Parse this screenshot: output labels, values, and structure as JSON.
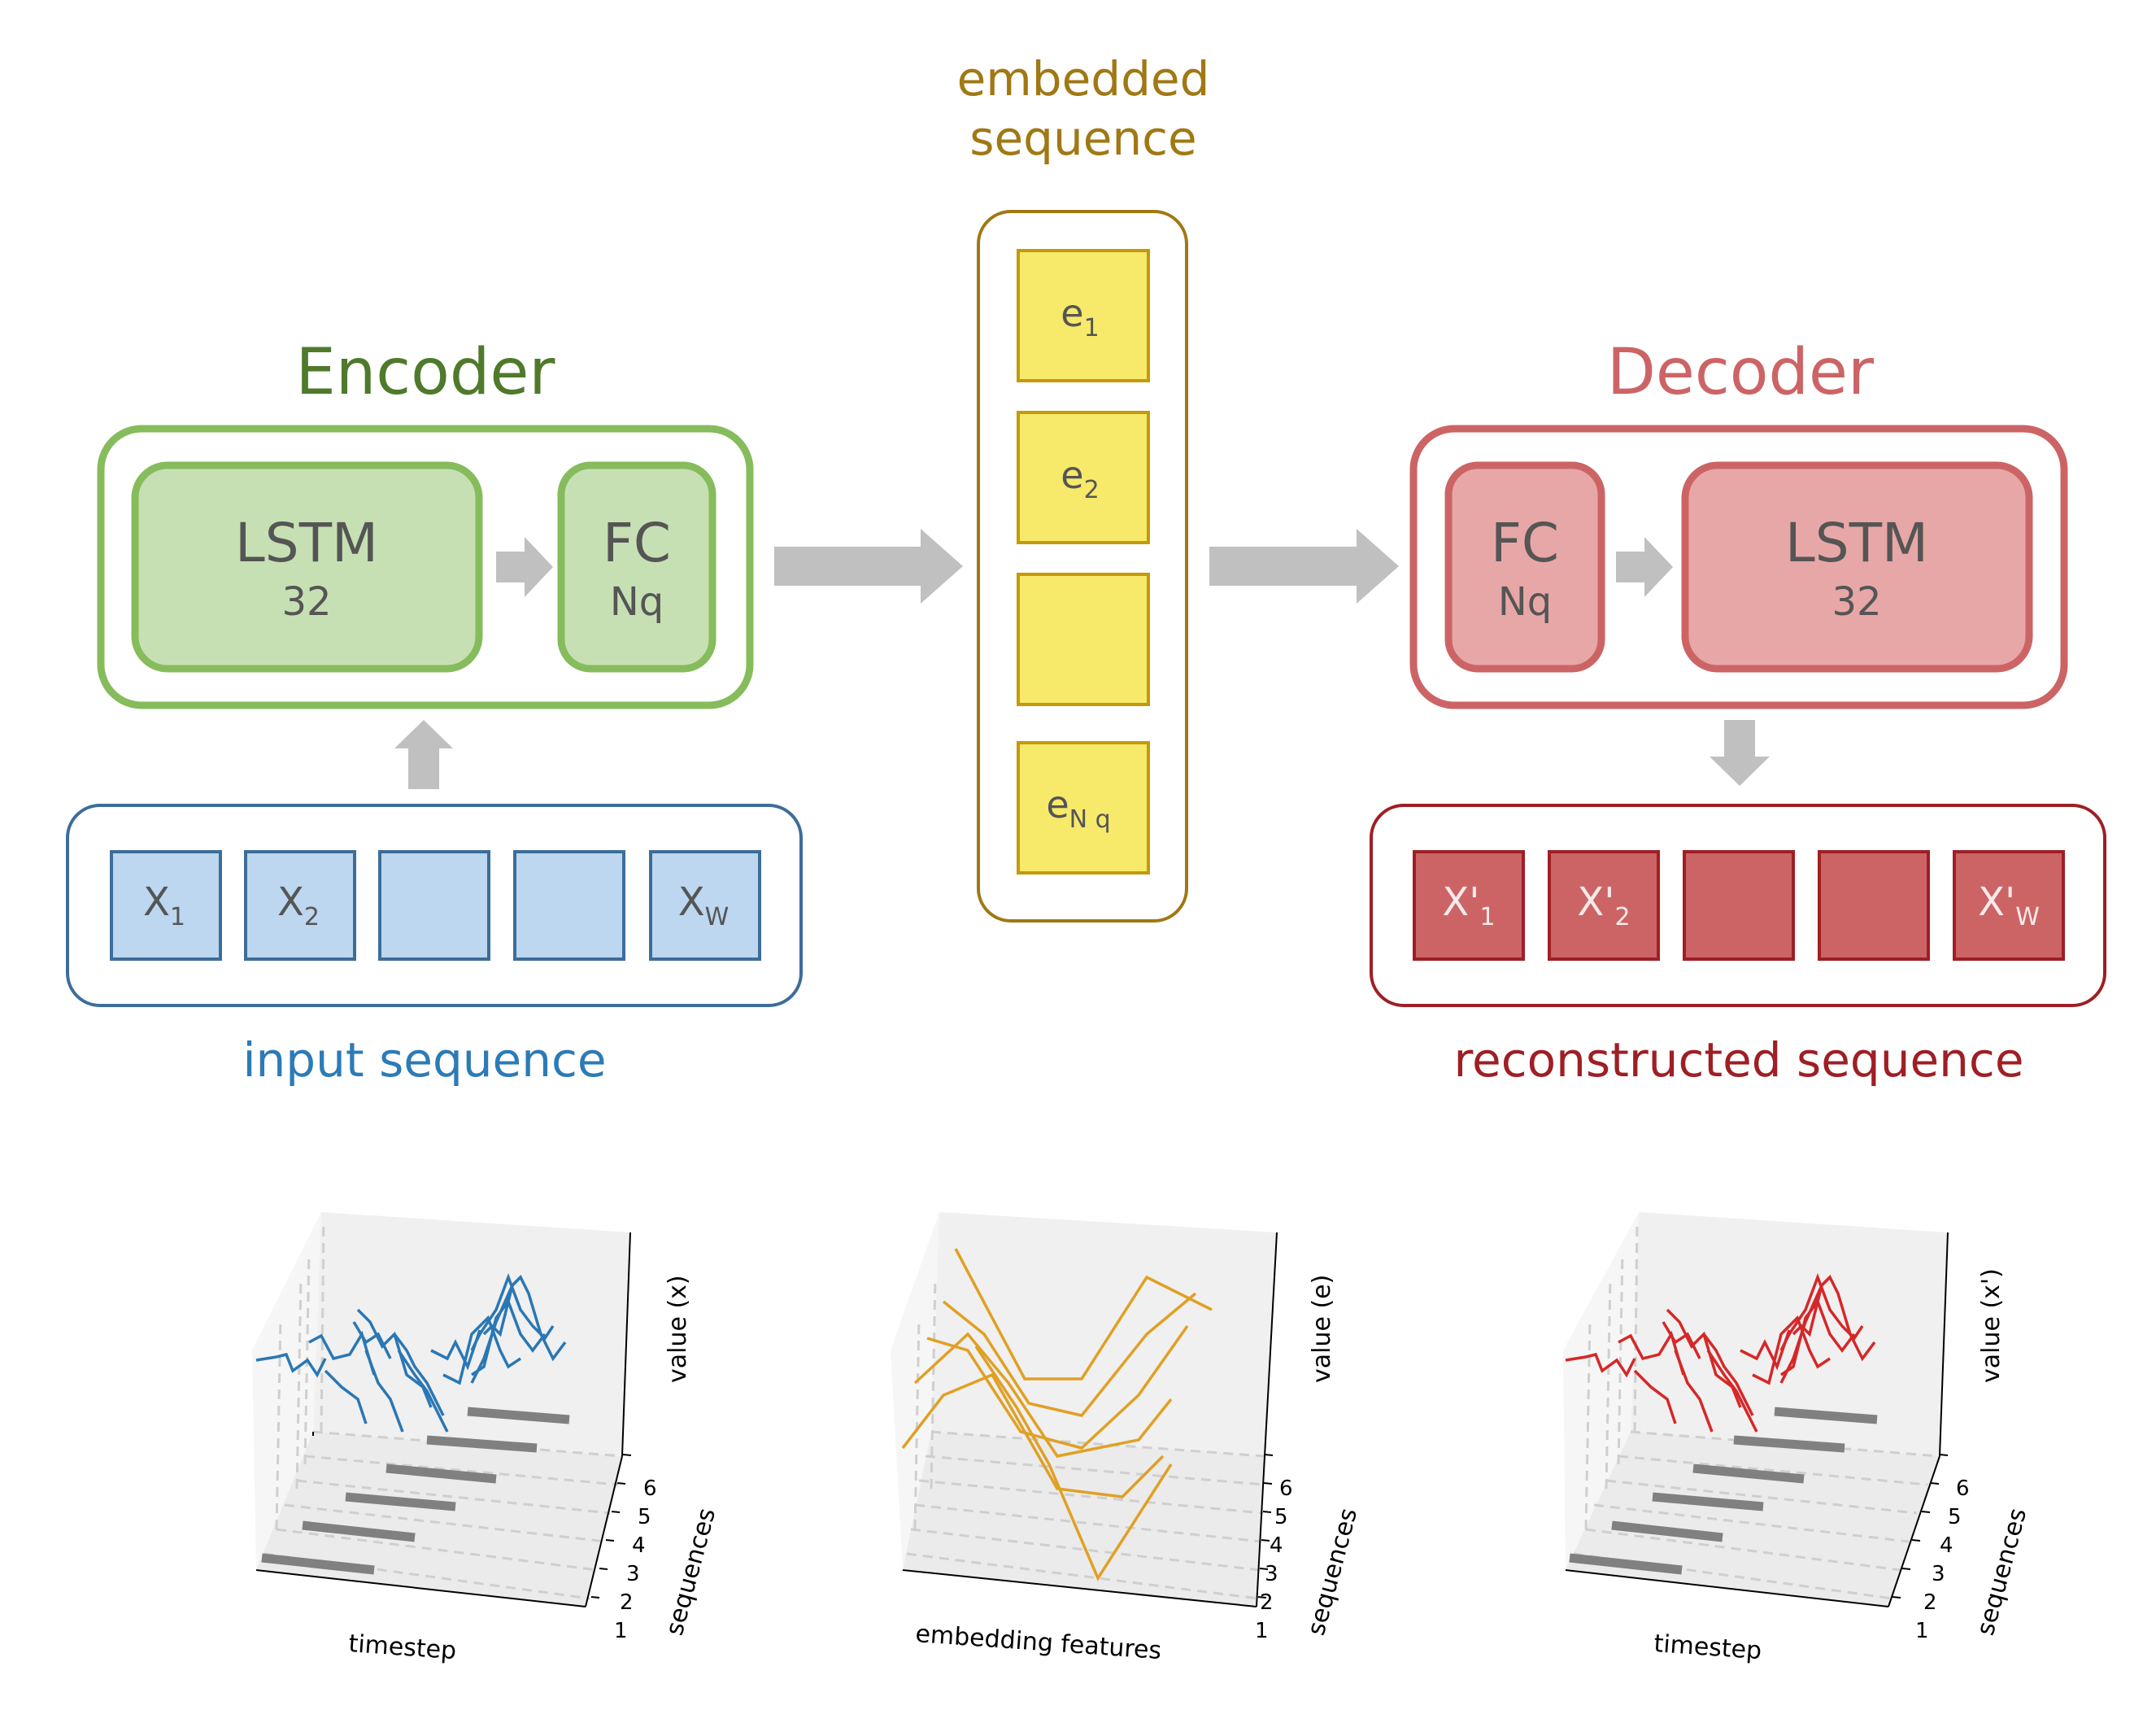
{
  "encoder": {
    "title": "Encoder",
    "lstm": {
      "name": "LSTM",
      "size": "32"
    },
    "fc": {
      "name": "FC",
      "size": "Nq"
    },
    "color": "#4f7a2c"
  },
  "decoder": {
    "title": "Decoder",
    "fc": {
      "name": "FC",
      "size": "Nq"
    },
    "lstm": {
      "name": "LSTM",
      "size": "32"
    },
    "color": "#cc6466"
  },
  "embedded": {
    "title_line1": "embedded",
    "title_line2": "sequence",
    "cells": [
      {
        "base": "e",
        "sub": "1"
      },
      {
        "base": "e",
        "sub": "2"
      },
      {
        "base": "",
        "sub": ""
      },
      {
        "base": "e",
        "sub": "N q"
      }
    ],
    "color": "#a07814"
  },
  "input_sequence": {
    "label": "input sequence",
    "cells": [
      {
        "base": "X",
        "sub": "1"
      },
      {
        "base": "X",
        "sub": "2"
      },
      {
        "base": "",
        "sub": ""
      },
      {
        "base": "",
        "sub": ""
      },
      {
        "base": "X",
        "sub": "W"
      }
    ],
    "color": "#2c7bb6"
  },
  "reconstructed_sequence": {
    "label": "reconstructed sequence",
    "cells": [
      {
        "base": "X'",
        "sub": "1"
      },
      {
        "base": "X'",
        "sub": "2"
      },
      {
        "base": "",
        "sub": ""
      },
      {
        "base": "",
        "sub": ""
      },
      {
        "base": "X'",
        "sub": "W"
      }
    ],
    "color": "#9e1f24"
  },
  "plots": [
    {
      "xlabel": "timestep",
      "zlabel": "value (x)",
      "ylabel": "sequences",
      "yticks": [
        "1",
        "2",
        "3",
        "4",
        "5",
        "6"
      ],
      "line_color": "#2a77b4",
      "icon": "chart-3d-input"
    },
    {
      "xlabel": "embedding features",
      "zlabel": "value (e)",
      "ylabel": "sequences",
      "yticks": [
        "1",
        "2",
        "3",
        "4",
        "5",
        "6"
      ],
      "line_color": "#e0a024",
      "icon": "chart-3d-embedding"
    },
    {
      "xlabel": "timestep",
      "zlabel": "value (x')",
      "ylabel": "sequences",
      "yticks": [
        "1",
        "2",
        "3",
        "4",
        "5",
        "6"
      ],
      "line_color": "#d62728",
      "icon": "chart-3d-reconstructed"
    }
  ]
}
